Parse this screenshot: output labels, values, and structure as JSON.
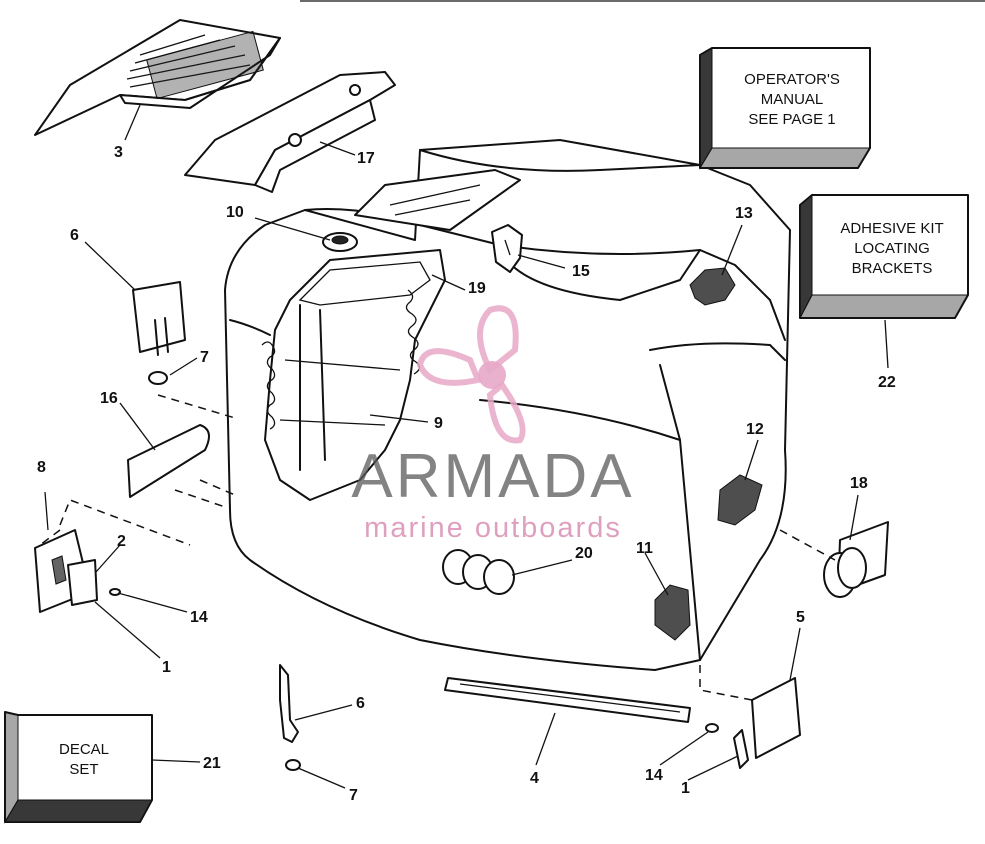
{
  "callouts": [
    {
      "id": "3",
      "text": "3"
    },
    {
      "id": "17",
      "text": "17"
    },
    {
      "id": "10",
      "text": "10"
    },
    {
      "id": "6a",
      "text": "6"
    },
    {
      "id": "7a",
      "text": "7"
    },
    {
      "id": "16",
      "text": "16"
    },
    {
      "id": "8",
      "text": "8"
    },
    {
      "id": "2",
      "text": "2"
    },
    {
      "id": "14a",
      "text": "14"
    },
    {
      "id": "1a",
      "text": "1"
    },
    {
      "id": "15",
      "text": "15"
    },
    {
      "id": "19",
      "text": "19"
    },
    {
      "id": "9",
      "text": "9"
    },
    {
      "id": "13",
      "text": "13"
    },
    {
      "id": "22",
      "text": "22"
    },
    {
      "id": "12",
      "text": "12"
    },
    {
      "id": "18",
      "text": "18"
    },
    {
      "id": "11",
      "text": "11"
    },
    {
      "id": "20",
      "text": "20"
    },
    {
      "id": "5",
      "text": "5"
    },
    {
      "id": "6b",
      "text": "6"
    },
    {
      "id": "7b",
      "text": "7"
    },
    {
      "id": "21",
      "text": "21"
    },
    {
      "id": "4",
      "text": "4"
    },
    {
      "id": "14b",
      "text": "14"
    },
    {
      "id": "1b",
      "text": "1"
    }
  ],
  "boxes": {
    "operators_manual": [
      "OPERATOR'S",
      "MANUAL",
      "SEE PAGE 1"
    ],
    "adhesive_kit": [
      "ADHESIVE KIT",
      "LOCATING",
      "BRACKETS"
    ],
    "decal_set": [
      "DECAL",
      "SET"
    ]
  },
  "watermark": {
    "brand": "ARMADA",
    "tagline": "marine outboards",
    "logo_color": "#e7a8c8",
    "logo_icon": "propeller-logo-icon"
  }
}
